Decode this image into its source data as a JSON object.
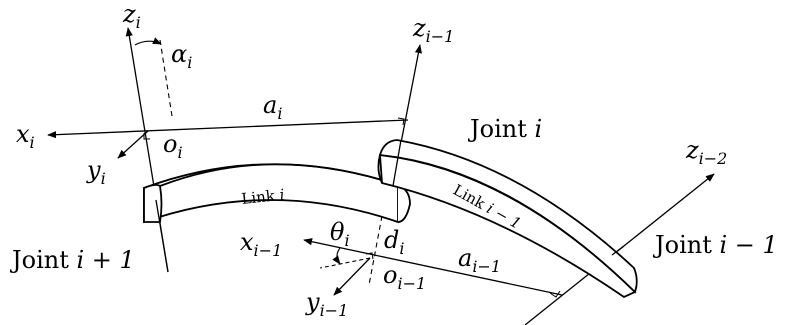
{
  "axes": {
    "z_i": {
      "main": "z",
      "sub": "i"
    },
    "z_im1": {
      "main": "z",
      "sub": "i−1"
    },
    "z_im2": {
      "main": "z",
      "sub": "i−2"
    },
    "x_i": {
      "main": "x",
      "sub": "i"
    },
    "y_i": {
      "main": "y",
      "sub": "i"
    },
    "x_im1": {
      "main": "x",
      "sub": "i−1"
    },
    "y_im1": {
      "main": "y",
      "sub": "i−1"
    }
  },
  "origins": {
    "o_i": {
      "main": "o",
      "sub": "i"
    },
    "o_im1": {
      "main": "o",
      "sub": "i−1"
    }
  },
  "parameters": {
    "alpha_i": {
      "main": "α",
      "sub": "i"
    },
    "a_i": {
      "main": "a",
      "sub": "i"
    },
    "theta_i": {
      "main": "θ",
      "sub": "i"
    },
    "d_i": {
      "main": "d",
      "sub": "i"
    },
    "a_im1": {
      "main": "a",
      "sub": "i−1"
    }
  },
  "joints": {
    "joint_i": {
      "word": "Joint",
      "index": "i"
    },
    "joint_ip1": {
      "word": "Joint",
      "index": "i + 1"
    },
    "joint_im1": {
      "word": "Joint",
      "index": "i − 1"
    }
  },
  "links": {
    "link_i": {
      "word": "Link",
      "index": "i"
    },
    "link_im1": {
      "word": "Link",
      "index": "i − 1"
    }
  },
  "colors": {
    "stroke": "#000000",
    "background": "#ffffff"
  }
}
